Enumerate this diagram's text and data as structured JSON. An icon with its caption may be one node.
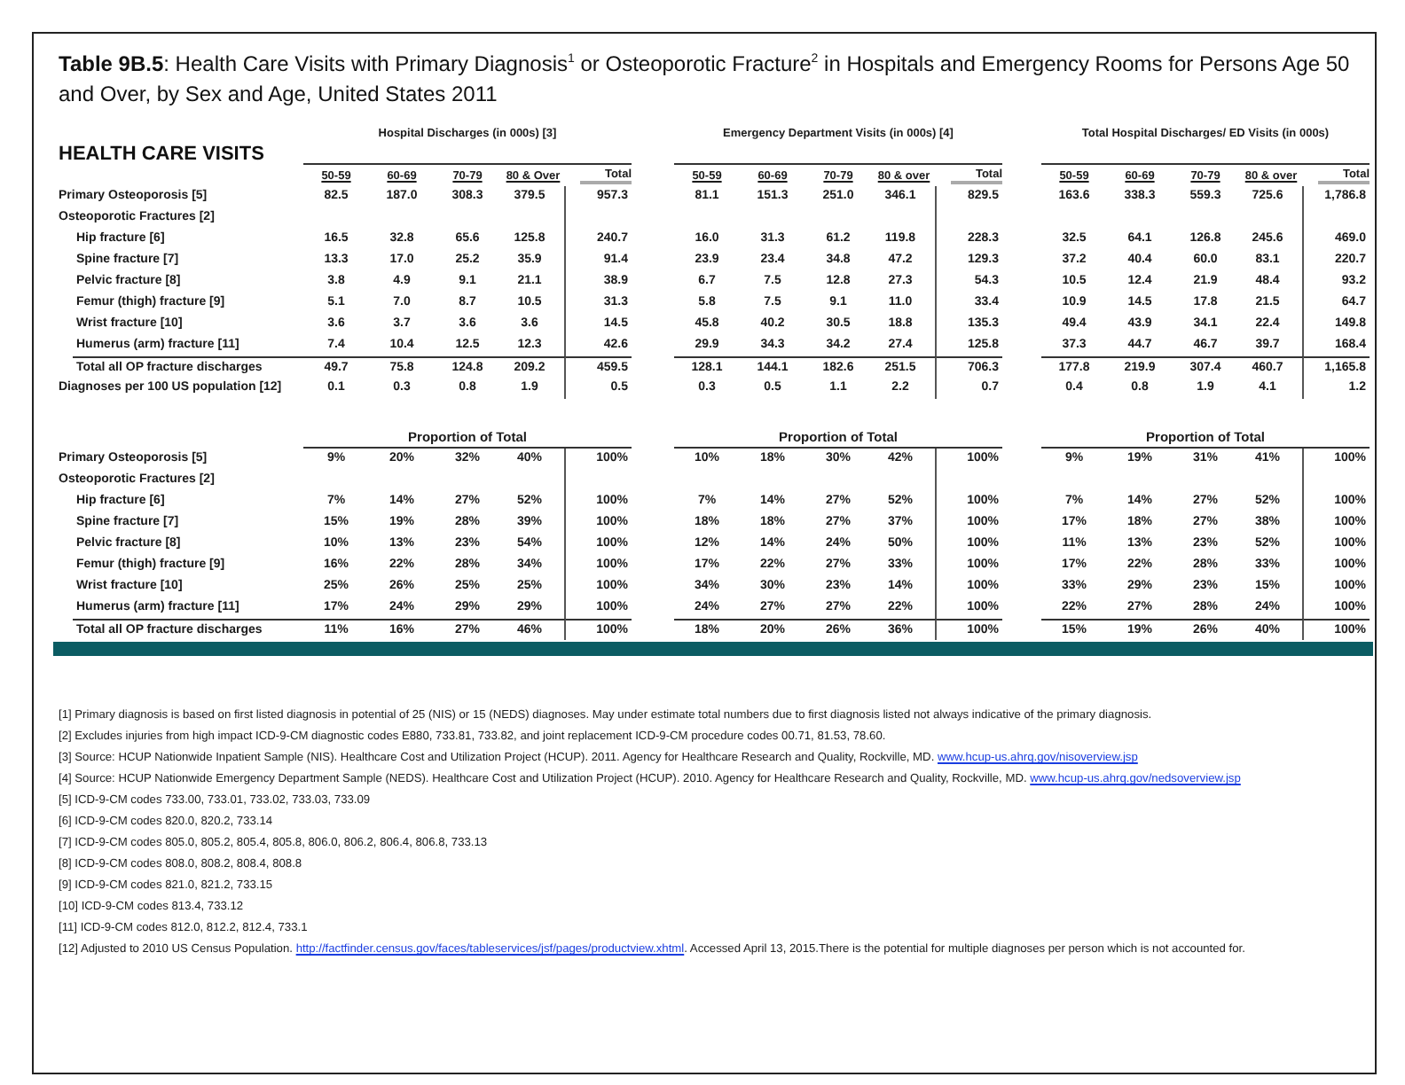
{
  "diagram": {
    "title": "**Table 9B.5**: Health Care Visits with Primary Diagnosis$^{1}$ or Osteoporotic Fracture$^{2}$ in Hospitals and Emergency Rooms for Persons Age 50 and Over, by Sex and Age, United States 2011",
    "labels": [
      "HEALTH CARE VISITS",
      "Hospital Discharges (in 000s) [3]",
      "Emergency Department Visits (in 000s) [4]",
      "Total Hospital Discharges/ ED Visits (in 000s)",
      "50-59",
      "60-69",
      "70-79",
      "80 & Over",
      "Total",
      "50-59",
      "60-69",
      "70-79",
      "80 & over",
      "Total",
      "50-59",
      "60-69",
      "70-79",
      "80 & over",
      "Total",
      "Primary Osteoporosis [5]",
      "82.5",
      "187.0",
      "308.3",
      "379.5",
      "957.3",
      "81.1",
      "151.3",
      "251.0",
      "346.1",
      "829.5",
      "163.6",
      "338.3",
      "559.3",
      "725.6",
      "1,786.8",
      "Osteoporotic Fractures [2]",
      "Hip fracture [6]",
      "16.5",
      "32.8",
      "65.6",
      "125.8",
      "240.7",
      "16.0",
      "31.3",
      "61.2",
      "119.8",
      "228.3",
      "32.5",
      "64.1",
      "126.8",
      "245.6",
      "469.0",
      "Spine fracture [7]",
      "13.3",
      "17.0",
      "25.2",
      "35.9",
      "91.4",
      "23.9",
      "23.4",
      "34.8",
      "47.2",
      "129.3",
      "37.2",
      "40.4",
      "60.0",
      "83.1",
      "220.7",
      "Pelvic fracture [8]",
      "3.8",
      "4.9",
      "9.1",
      "21.1",
      "38.9",
      "6.7",
      "7.5",
      "12.8",
      "27.3",
      "54.3",
      "10.5",
      "12.4",
      "21.9",
      "48.4",
      "93.2",
      "Femur (thigh) fracture [9]",
      "5.1",
      "7.0",
      "8.7",
      "10.5",
      "31.3",
      "5.8",
      "7.5",
      "9.1",
      "11.0",
      "33.4",
      "10.9",
      "14.5",
      "17.8",
      "21.5",
      "64.7",
      "Wrist fracture [10]",
      "3.6",
      "3.7",
      "3.6",
      "3.6",
      "14.5",
      "45.8",
      "40.2",
      "30.5",
      "18.8",
      "135.3",
      "49.4",
      "43.9",
      "34.1",
      "22.4",
      "149.8",
      "Humerus (arm) fracture [11]",
      "7.4",
      "10.4",
      "12.5",
      "12.3",
      "42.6",
      "29.9",
      "34.3",
      "34.2",
      "27.4",
      "125.8",
      "37.3",
      "44.7",
      "46.7",
      "39.7",
      "168.4",
      "Total all OP fracture discharges",
      "49.7",
      "75.8",
      "124.8",
      "209.2",
      "459.5",
      "128.1",
      "144.1",
      "182.6",
      "251.5",
      "706.3",
      "177.8",
      "219.9",
      "307.4",
      "460.7",
      "1,165.8",
      "Diagnoses per 100 US population [12]",
      "0.1",
      "0.3",
      "0.8",
      "1.9",
      "0.5",
      "0.3",
      "0.5",
      "1.1",
      "2.2",
      "0.7",
      "0.4",
      "0.8",
      "1.9",
      "4.1",
      "1.2",
      "Proportion of Total",
      "Proportion of Total",
      "Proportion of Total",
      "Primary Osteoporosis [5]",
      "9%",
      "20%",
      "32%",
      "40%",
      "100%",
      "10%",
      "18%",
      "30%",
      "42%",
      "100%",
      "9%",
      "19%",
      "31%",
      "41%",
      "100%",
      "Osteoporotic Fractures [2]",
      "Hip fracture [6]",
      "7%",
      "14%",
      "27%",
      "52%",
      "100%",
      "7%",
      "14%",
      "27%",
      "52%",
      "100%",
      "7%",
      "14%",
      "27%",
      "52%",
      "100%",
      "Spine fracture [7]",
      "15%",
      "19%",
      "28%",
      "39%",
      "100%",
      "18%",
      "18%",
      "27%",
      "37%",
      "100%",
      "17%",
      "18%",
      "27%",
      "38%",
      "100%",
      "Pelvic fracture [8]",
      "10%",
      "13%",
      "23%",
      "54%",
      "100%",
      "12%",
      "14%",
      "24%",
      "50%",
      "100%",
      "11%",
      "13%",
      "23%",
      "52%",
      "100%",
      "Femur (thigh) fracture [9]",
      "16%",
      "22%",
      "28%",
      "34%",
      "100%",
      "17%",
      "22%",
      "27%",
      "33%",
      "100%",
      "17%",
      "22%",
      "28%",
      "33%",
      "100%",
      "Wrist fracture [10]",
      "25%",
      "26%",
      "25%",
      "25%",
      "100%",
      "34%",
      "30%",
      "23%",
      "14%",
      "100%",
      "33%",
      "29%",
      "23%",
      "15%",
      "100%",
      "Humerus (arm) fracture [11]",
      "17%",
      "24%",
      "29%",
      "29%",
      "100%",
      "24%",
      "27%",
      "27%",
      "22%",
      "100%",
      "22%",
      "27%",
      "28%",
      "24%",
      "100%",
      "Total all OP fracture discharges",
      "11%",
      "16%",
      "27%",
      "46%",
      "100%",
      "18%",
      "20%",
      "26%",
      "36%",
      "100%",
      "15%",
      "19%",
      "26%",
      "40%",
      "100%",
      "[1] Primary diagnosis is based on first listed diagnosis in potential of 25 (NIS) or 15 (NEDS) diagnoses. May under estimate total numbers due to first diagnosis listed not always indicative of the primary diagnosis.",
      "[2] Excludes injuries from high impact ICD-9-CM diagnostic codes E880, 733.81, 733.82, and joint replacement ICD-9-CM procedure codes 00.71, 81.53, 78.60.",
      "[3] Source: HCUP Nationwide Inpatient Sample (NIS). Healthcare Cost and Utilization Project (HCUP). 2011. Agency for Healthcare Research and Quality, Rockville, MD.",
      "www.hcup-us.ahrq.gov/nisoverview.jsp",
      "[4] Source: HCUP Nationwide Emergency Department Sample (NEDS). Healthcare Cost and Utilization Project (HCUP). 2010. Agency for Healthcare Research and Quality, Rockville, MD.",
      "www.hcup-us.ahrq.gov/nedsoverview.jsp",
      "[5] ICD-9-CM codes 733.00, 733.01, 733.02, 733.03, 733.09",
      "[6] ICD-9-CM codes 820.0, 820.2, 733.14",
      "[7] ICD-9-CM codes 805.0, 805.2, 805.4, 805.8, 806.0, 806.2, 806.4, 806.8, 733.13",
      "[8] ICD-9-CM codes 808.0, 808.2, 808.4, 808.8",
      "[9] ICD-9-CM codes 821.0, 821.2, 733.15",
      "[10] ICD-9-CM codes 813.4, 733.12",
      "[11] ICD-9-CM codes 812.0, 812.2, 812.4, 733.1",
      "[12] Adjusted to 2010 US Census Population.",
      "http://factfinder.census.gov/faces/tableservices/jsf/pages/productview.xhtml",
      ". Accessed April 13, 2015.There is the potential for multiple diagnoses per person which is not accounted for."
    ]
  }
}
